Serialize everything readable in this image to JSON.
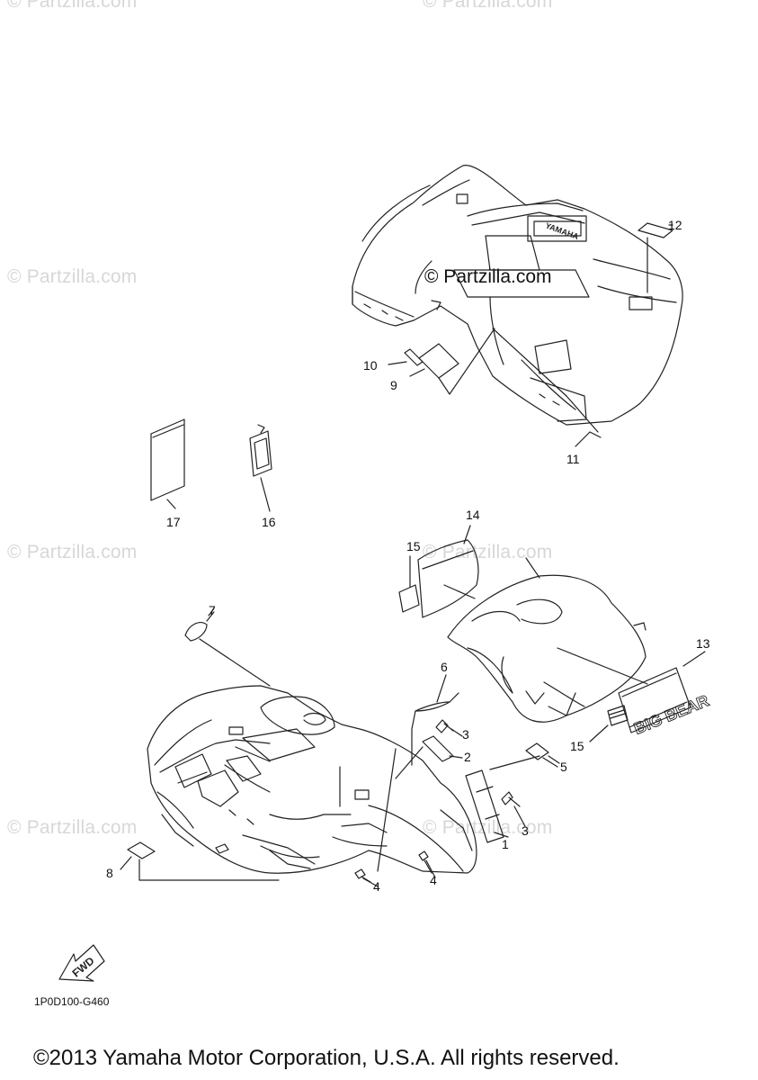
{
  "watermark": {
    "text": "© Partzilla.com"
  },
  "callouts": {
    "c1": "1",
    "c2": "2",
    "c3a": "3",
    "c3b": "3",
    "c4a": "4",
    "c4b": "4",
    "c5": "5",
    "c6": "6",
    "c7": "7",
    "c8": "8",
    "c9": "9",
    "c10": "10",
    "c11": "11",
    "c12": "12",
    "c13": "13",
    "c14": "14",
    "c15a": "15",
    "c15b": "15",
    "c16": "16",
    "c17": "17"
  },
  "fwd_label": "FWD",
  "rear_fender_emblem": "YAMAHA",
  "side_decal_text": "BIG BEAR",
  "diagram_code": "1P0D100-G460",
  "copyright": "©2013 Yamaha Motor Corporation, U.S.A. All rights reserved."
}
